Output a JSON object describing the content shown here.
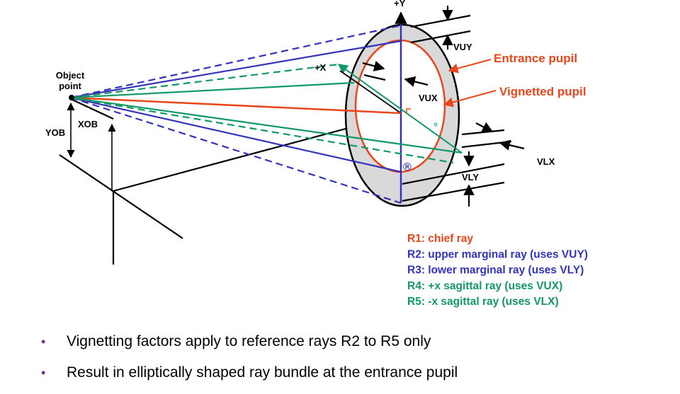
{
  "diagram": {
    "axes": {
      "y_label": "+Y",
      "x_label": "+X"
    },
    "object": {
      "label": "Object point",
      "yob": "YOB",
      "xob": "XOB"
    },
    "pupil": {
      "entrance": "Entrance pupil",
      "vignetted": "Vignetted pupil"
    },
    "dimensions": {
      "vuy": "VUY",
      "vux": "VUX",
      "vlx": "VLX",
      "vly": "VLY"
    },
    "reference_marker": "®",
    "colors": {
      "chief": "#e8461b",
      "marginal": "#3333bb",
      "sagittal": "#119966",
      "pupil_fill": "#d9d9d9"
    },
    "legend": [
      {
        "text": "R1: chief ray",
        "color": "#e8461b"
      },
      {
        "text": "R2: upper marginal ray (uses VUY)",
        "color": "#3333bb"
      },
      {
        "text": "R3: lower marginal ray (uses VLY)",
        "color": "#3333bb"
      },
      {
        "text": "R4: +x sagittal ray (uses VUX)",
        "color": "#119966"
      },
      {
        "text": "R5: -x sagittal ray (uses VLX)",
        "color": "#119966"
      }
    ]
  },
  "bullets": [
    "Vignetting factors apply to reference rays R2 to R5 only",
    "Result in elliptically shaped ray bundle at the entrance pupil"
  ]
}
